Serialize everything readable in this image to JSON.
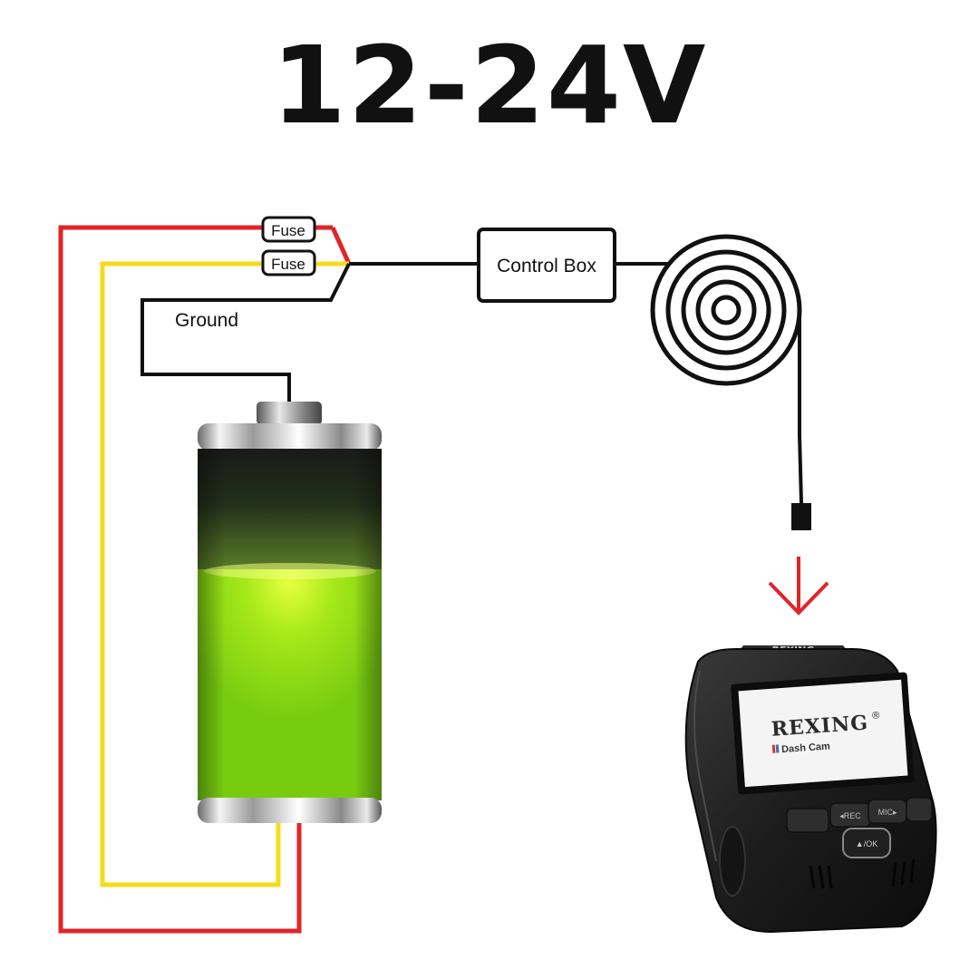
{
  "title": "12-24V",
  "labels": {
    "fuse_top": "Fuse",
    "fuse_bottom": "Fuse",
    "ground": "Ground",
    "control_box": "Control Box"
  },
  "dashcam": {
    "brand_top": "REXING",
    "screen_brand": "REXING",
    "screen_registered": "®",
    "screen_subtitle": "Dash Cam",
    "btn_rec": "◂REC",
    "btn_mic": "MIC▸",
    "btn_ok": "▲/OK"
  },
  "colors": {
    "wire_red": "#e0242a",
    "wire_yellow": "#f5dc1a",
    "wire_black": "#111111",
    "arrow_red": "#e0242a",
    "battery_green": "#8ee000"
  }
}
